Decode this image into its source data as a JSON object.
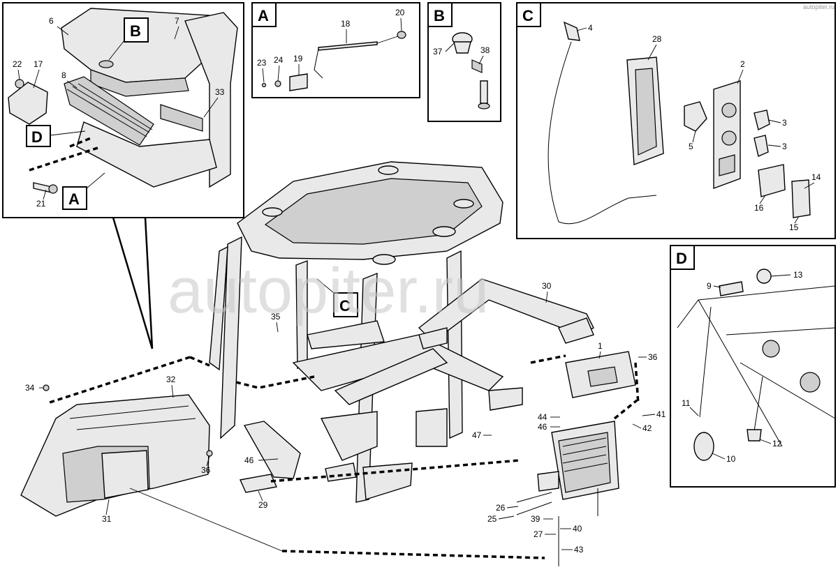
{
  "watermark": {
    "text": "autopiter.ru",
    "small_text": "autopiter.ru"
  },
  "sections": {
    "A": "A",
    "B": "B",
    "C": "C",
    "D": "D"
  },
  "callouts_main": {
    "A": "A",
    "B": "B",
    "C": "C",
    "D": "D"
  },
  "labels": {
    "n1": "1",
    "n2": "2",
    "n3a": "3",
    "n3b": "3",
    "n4": "4",
    "n5": "5",
    "n6": "6",
    "n7": "7",
    "n8": "8",
    "n9": "9",
    "n10": "10",
    "n11": "11",
    "n12": "12",
    "n13": "13",
    "n14": "14",
    "n15": "15",
    "n16": "16",
    "n17": "17",
    "n18": "18",
    "n19": "19",
    "n20": "20",
    "n21": "21",
    "n22": "22",
    "n23": "23",
    "n24": "24",
    "n25": "25",
    "n26": "26",
    "n27": "27",
    "n28": "28",
    "n29": "29",
    "n30": "30",
    "n31": "31",
    "n32": "32",
    "n33": "33",
    "n34": "34",
    "n35": "35",
    "n36a": "36",
    "n36b": "36",
    "n37": "37",
    "n38": "38",
    "n39": "39",
    "n40": "40",
    "n41": "41",
    "n42": "42",
    "n43": "43",
    "n44": "44",
    "n46a": "46",
    "n46b": "46",
    "n47": "47"
  }
}
